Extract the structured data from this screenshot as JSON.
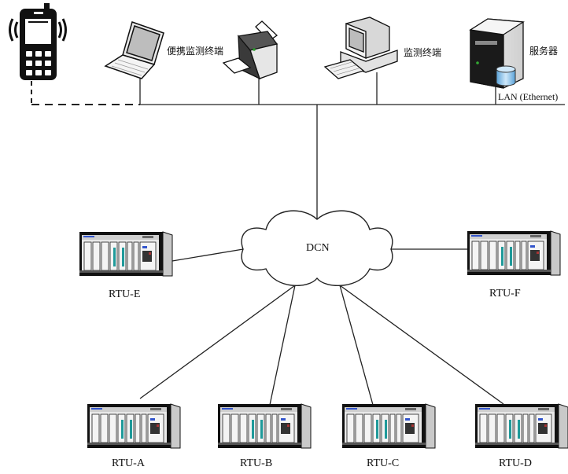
{
  "diagram": {
    "type": "network-topology",
    "terminals": {
      "mobile": {
        "label": "",
        "icon": "mobile-phone-icon",
        "link": "wireless-dashed"
      },
      "portable_terminal": {
        "label": "便携监测终端",
        "icon": "laptop-icon"
      },
      "printer": {
        "label": "",
        "icon": "printer-icon"
      },
      "monitor_terminal": {
        "label": "监测终端",
        "icon": "desktop-computer-icon"
      },
      "server": {
        "label": "服务器",
        "icon": "server-tower-icon",
        "extra_icon": "database-icon"
      }
    },
    "lan": {
      "label": "LAN (Ethernet)"
    },
    "network": {
      "label": "DCN",
      "icon": "cloud-icon"
    },
    "rtus": [
      {
        "id": "E",
        "label": "RTU-E"
      },
      {
        "id": "F",
        "label": "RTU-F"
      },
      {
        "id": "A",
        "label": "RTU-A"
      },
      {
        "id": "B",
        "label": "RTU-B"
      },
      {
        "id": "C",
        "label": "RTU-C"
      },
      {
        "id": "D",
        "label": "RTU-D"
      }
    ],
    "colors": {
      "line": "#222222",
      "device_dark": "#111111",
      "device_light": "#d9d9d9",
      "accent_teal": "#1f9a9a",
      "accent_blue": "#3355cc",
      "db_blue": "#8ec3ea"
    }
  }
}
